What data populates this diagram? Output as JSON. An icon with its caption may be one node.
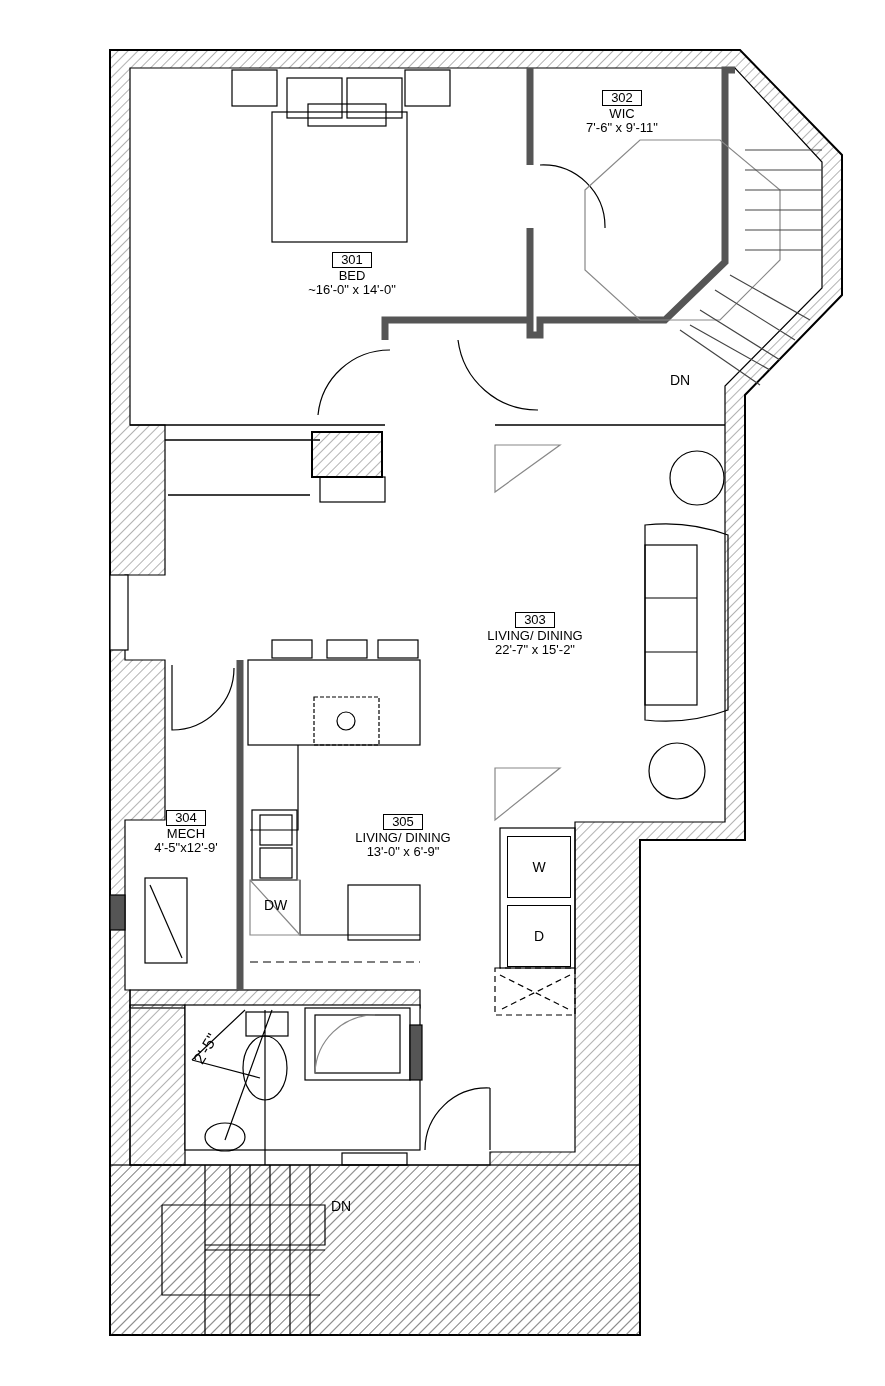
{
  "diagram": {
    "nodes": [
      {
        "text": [
          "302",
          "WIC",
          "7'-6\" x 9'-11\""
        ]
      },
      {
        "text": [
          "301",
          "BED",
          "~16'-0\" x 14'-0\""
        ]
      },
      {
        "text": [
          "303",
          "LIVING/ DINING",
          "22'-7\" x 15'-2\""
        ]
      },
      {
        "text": [
          "304",
          "MECH",
          "4'-5\"x12'-9'"
        ]
      },
      {
        "text": [
          "305",
          "LIVING/ DINING",
          "13'-0\" x 6'-9\""
        ]
      },
      {
        "text": [
          "W"
        ]
      },
      {
        "text": [
          "D"
        ]
      }
    ],
    "labels": [
      "DN",
      "DW",
      "2'-5\"",
      "DN"
    ]
  }
}
